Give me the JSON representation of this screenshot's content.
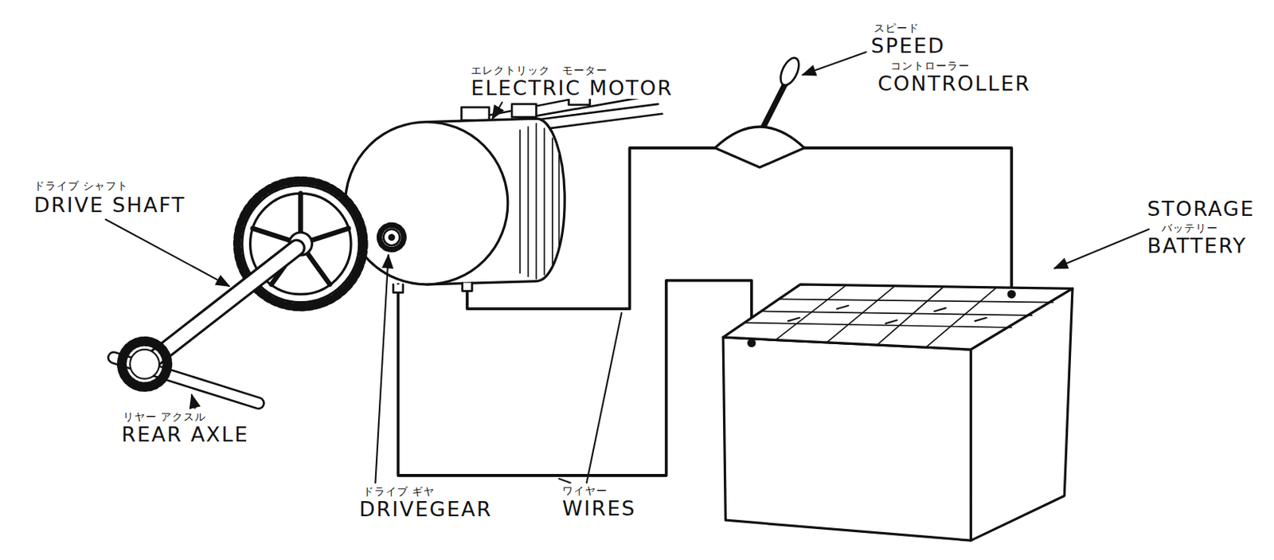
{
  "diagram": {
    "labels": [
      "スピード",
      "SPEED",
      "コントローラー",
      "CONTROLLER",
      "エレクトリック",
      "モーター",
      "ELECTRIC MOTOR",
      "ドライブ シャフト",
      "DRIVE SHAFT",
      "STORAGE",
      "バッテリー",
      "BATTERY",
      "リヤー アクスル",
      "REAR AXLE",
      "ドライブ ギヤ",
      "DRIVEGEAR",
      "ワイヤー",
      "WIRES"
    ]
  }
}
